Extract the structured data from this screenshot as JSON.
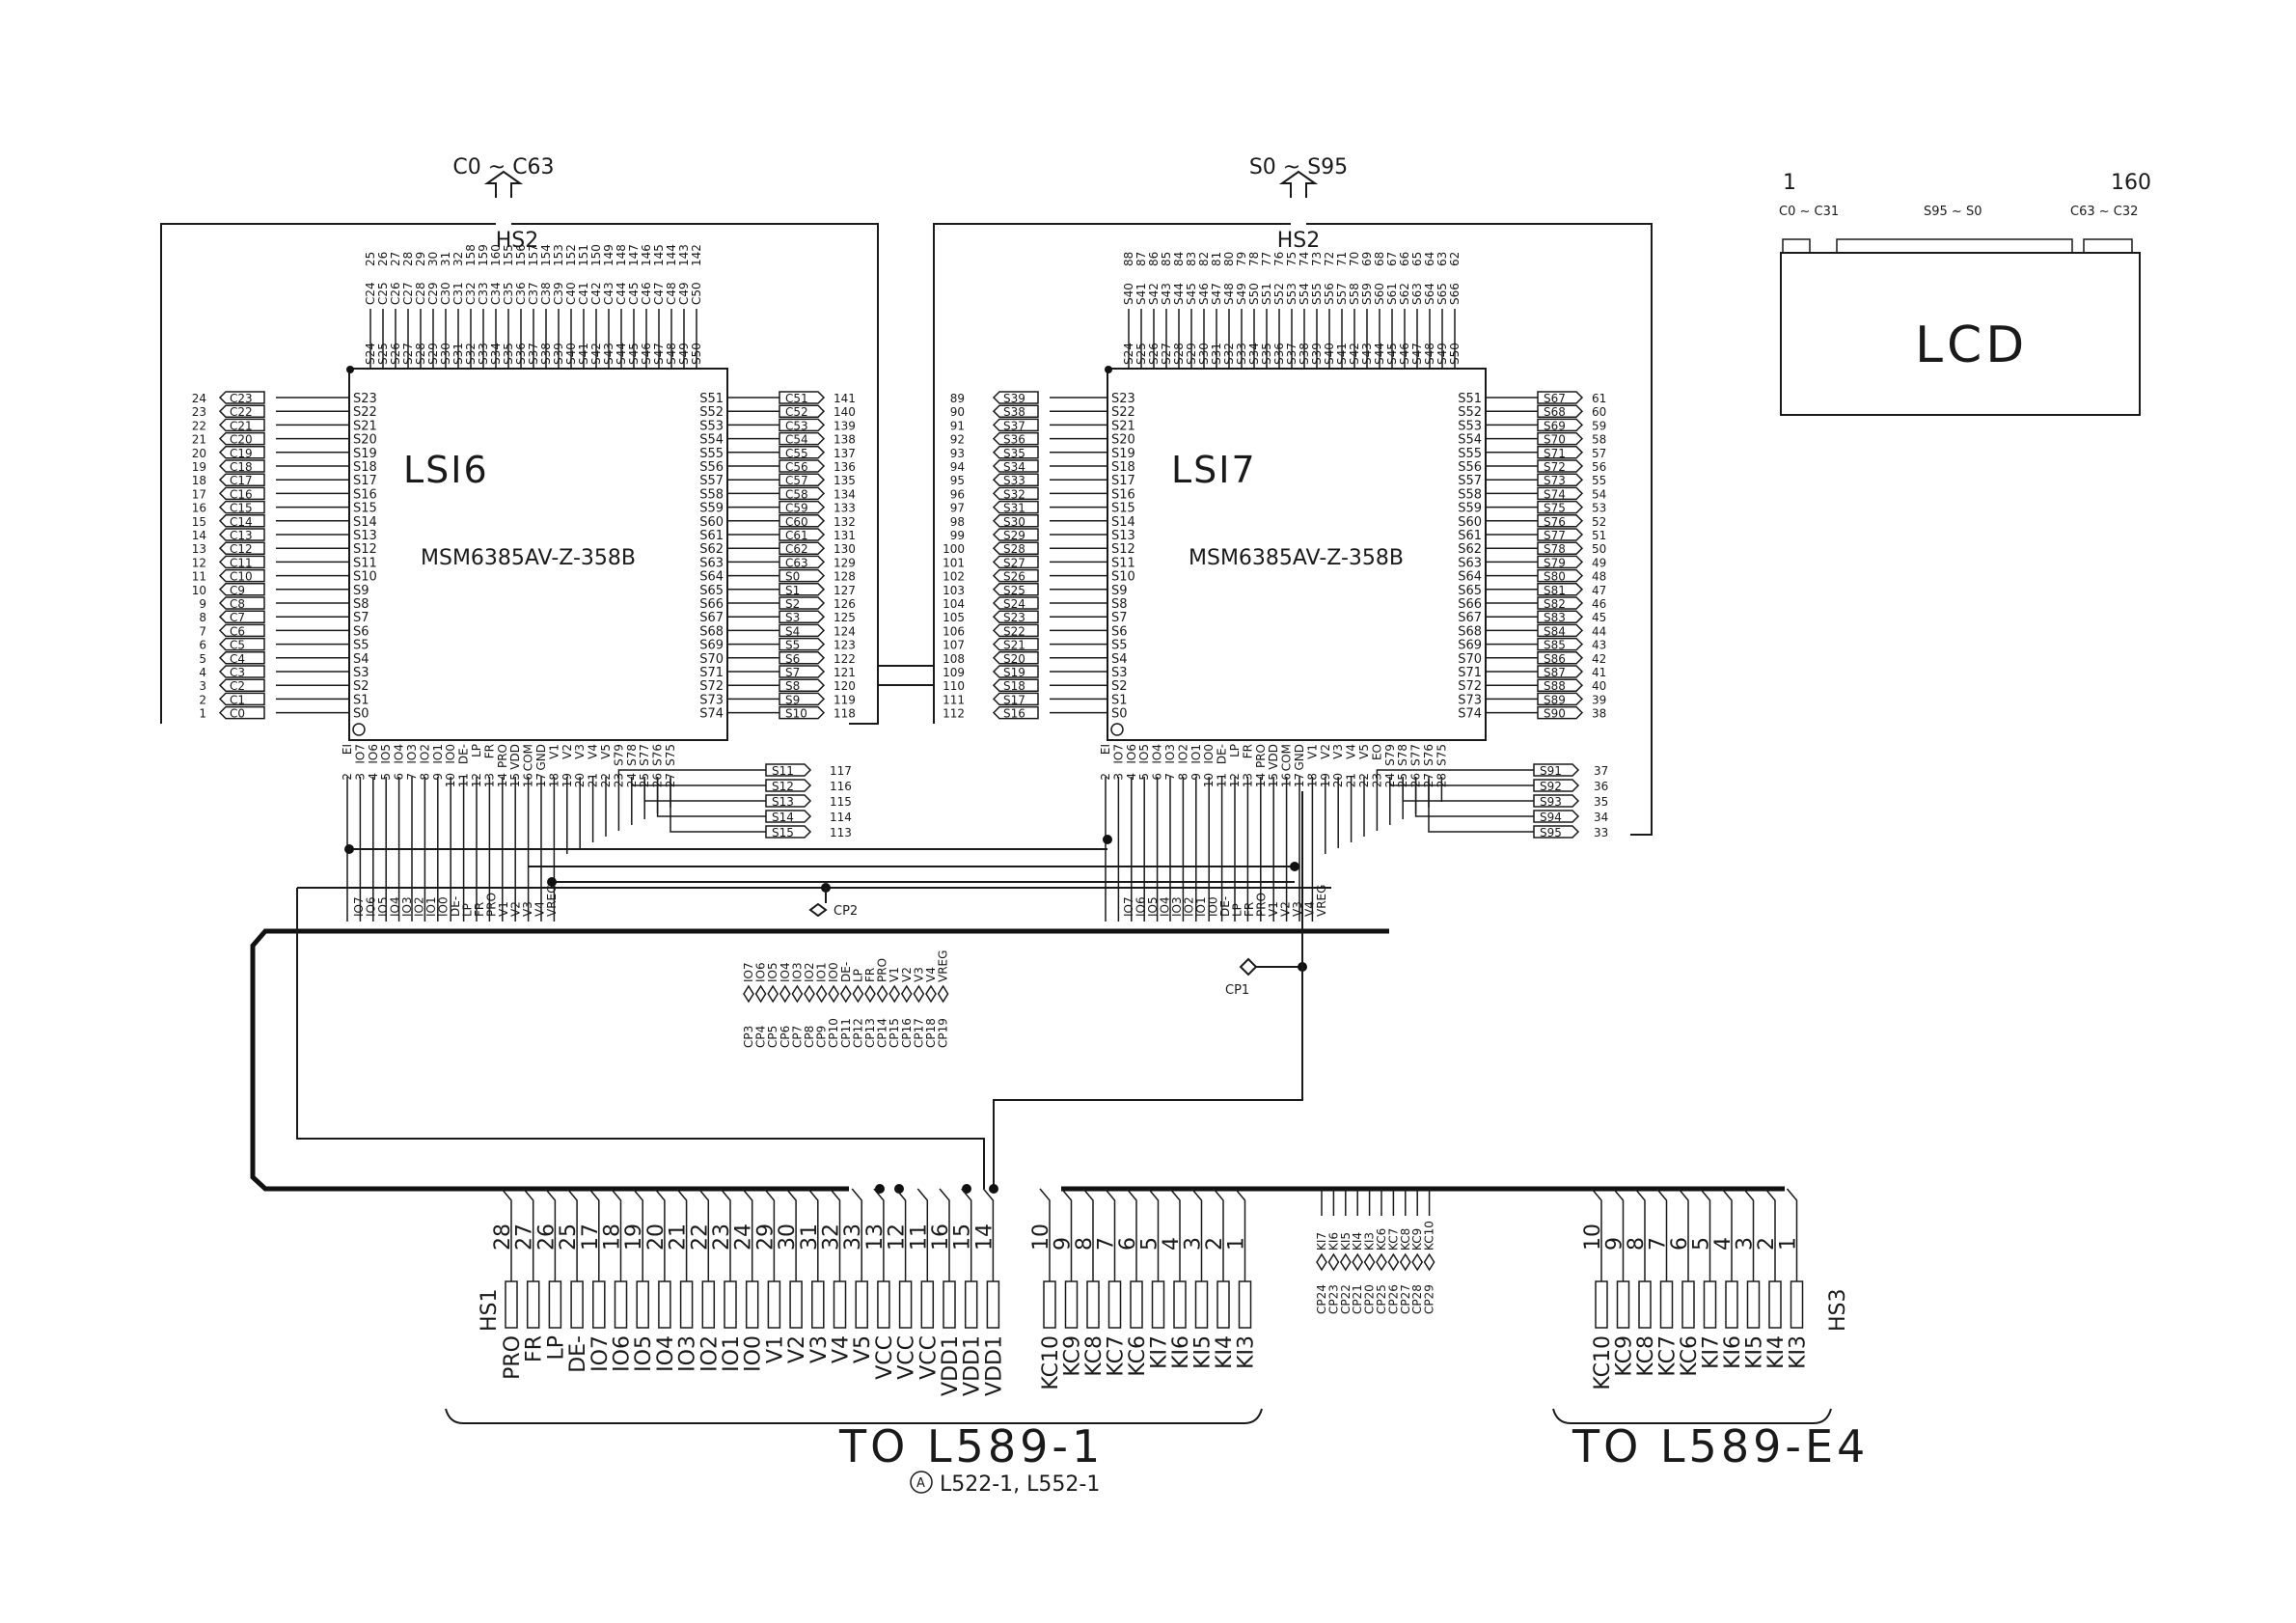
{
  "ic": [
    {
      "name": "LSI6",
      "part": "MSM6385AV-Z-358B",
      "header": "HS2",
      "bus": "C0 ~ C63"
    },
    {
      "name": "LSI7",
      "part": "MSM6385AV-Z-358B",
      "header": "HS2",
      "bus": "S0 ~ S95"
    }
  ],
  "lcd": {
    "label": "LCD",
    "pin_first": "1",
    "pin_last": "160",
    "seg_left": "C0 ~ C31",
    "seg_mid": "S95 ~ S0",
    "seg_right": "C63 ~ C32"
  },
  "test_points": {
    "cp1": "CP1",
    "cp2": "CP2"
  },
  "cp_pads": {
    "signals": [
      "IO7",
      "IO6",
      "IO5",
      "IO4",
      "IO3",
      "IO2",
      "IO1",
      "IO0",
      "DE-",
      "LP",
      "FR",
      "PRO",
      "V1",
      "V2",
      "V3",
      "V4",
      "VREG"
    ],
    "labels": [
      "CP3",
      "CP4",
      "CP5",
      "CP6",
      "CP7",
      "CP8",
      "CP9",
      "CP10",
      "CP11",
      "CP12",
      "CP13",
      "CP14",
      "CP15",
      "CP16",
      "CP17",
      "CP18",
      "CP19"
    ]
  },
  "kb_pads": {
    "signals": [
      "KI7",
      "KI6",
      "KI5",
      "KI4",
      "KI3",
      "KC6",
      "KC7",
      "KC8",
      "KC9",
      "KC10"
    ],
    "labels": [
      "CP24",
      "CP23",
      "CP22",
      "CP21",
      "CP20",
      "CP25",
      "CP26",
      "CP27",
      "CP28",
      "CP29"
    ]
  },
  "hs1": {
    "label": "HS1",
    "pins": [
      "28",
      "27",
      "26",
      "25",
      "17",
      "18",
      "19",
      "20",
      "21",
      "22",
      "23",
      "24",
      "29",
      "30",
      "31",
      "32",
      "33",
      "13",
      "12",
      "11",
      "16",
      "15",
      "14"
    ],
    "signals": [
      "PRO",
      "FR",
      "LP",
      "DE-",
      "IO7",
      "IO6",
      "IO5",
      "IO4",
      "IO3",
      "IO2",
      "IO1",
      "IO0",
      "V1",
      "V2",
      "V3",
      "V4",
      "V5",
      "VCC",
      "VCC",
      "VCC",
      "VDD1",
      "VDD1",
      "VDD1"
    ],
    "pins2": [
      "10",
      "9",
      "8",
      "7",
      "6",
      "5",
      "4",
      "3",
      "2",
      "1"
    ],
    "signals2": [
      "KC10",
      "KC9",
      "KC8",
      "KC7",
      "KC6",
      "KI7",
      "KI6",
      "KI5",
      "KI4",
      "KI3"
    ],
    "dest": "TO   L589-1",
    "note": "L522-1, L552-1",
    "note_mark": "A"
  },
  "hs3": {
    "label": "HS3",
    "pins": [
      "10",
      "9",
      "8",
      "7",
      "6",
      "5",
      "4",
      "3",
      "2",
      "1"
    ],
    "signals": [
      "KC10",
      "KC9",
      "KC8",
      "KC7",
      "KC6",
      "KI7",
      "KI6",
      "KI5",
      "KI4",
      "KI3"
    ],
    "dest": "TO  L589-E4"
  },
  "lsi6_left": {
    "signals": [
      "C23",
      "C22",
      "C21",
      "C20",
      "C19",
      "C18",
      "C17",
      "C16",
      "C15",
      "C14",
      "C13",
      "C12",
      "C11",
      "C10",
      "C9",
      "C8",
      "C7",
      "C6",
      "C5",
      "C4",
      "C3",
      "C2",
      "C1",
      "C0"
    ],
    "pins": [
      "S23",
      "S22",
      "S21",
      "S20",
      "S19",
      "S18",
      "S17",
      "S16",
      "S15",
      "S14",
      "S13",
      "S12",
      "S11",
      "S10",
      "S9",
      "S8",
      "S7",
      "S6",
      "S5",
      "S4",
      "S3",
      "S2",
      "S1",
      "S0"
    ],
    "nums": [
      "24",
      "23",
      "22",
      "21",
      "20",
      "19",
      "18",
      "17",
      "16",
      "15",
      "14",
      "13",
      "12",
      "11",
      "10",
      "9",
      "8",
      "7",
      "6",
      "5",
      "4",
      "3",
      "2",
      "1"
    ]
  },
  "lsi6_right": {
    "signals": [
      "C51",
      "C52",
      "C53",
      "C54",
      "C55",
      "C56",
      "C57",
      "C58",
      "C59",
      "C60",
      "C61",
      "C62",
      "C63",
      "S0",
      "S1",
      "S2",
      "S3",
      "S4",
      "S5",
      "S6",
      "S7",
      "S8",
      "S9",
      "S10"
    ],
    "pins": [
      "S51",
      "S52",
      "S53",
      "S54",
      "S55",
      "S56",
      "S57",
      "S58",
      "S59",
      "S60",
      "S61",
      "S62",
      "S63",
      "S64",
      "S65",
      "S66",
      "S67",
      "S68",
      "S69",
      "S70",
      "S71",
      "S72",
      "S73",
      "S74"
    ],
    "nums": [
      "141",
      "140",
      "139",
      "138",
      "137",
      "136",
      "135",
      "134",
      "133",
      "132",
      "131",
      "130",
      "129",
      "128",
      "127",
      "126",
      "125",
      "124",
      "123",
      "122",
      "121",
      "120",
      "119",
      "118"
    ]
  },
  "lsi6_top": {
    "signals": [
      "C24",
      "C25",
      "C26",
      "C27",
      "C28",
      "C29",
      "C30",
      "C31",
      "C32",
      "C33",
      "C34",
      "C35",
      "C36",
      "C37",
      "C38",
      "C39",
      "C40",
      "C41",
      "C42",
      "C43",
      "C44",
      "C45",
      "C46",
      "C47",
      "C48",
      "C49",
      "C50"
    ],
    "pins": [
      "S24",
      "S25",
      "S26",
      "S27",
      "S28",
      "S29",
      "S30",
      "S31",
      "S32",
      "S33",
      "S34",
      "S35",
      "S36",
      "S37",
      "S38",
      "S39",
      "S40",
      "S41",
      "S42",
      "S43",
      "S44",
      "S45",
      "S46",
      "S47",
      "S48",
      "S49",
      "S50"
    ],
    "nums": [
      "25",
      "26",
      "27",
      "28",
      "29",
      "30",
      "31",
      "32",
      "158",
      "159",
      "160",
      "155",
      "156",
      "157",
      "154",
      "153",
      "152",
      "151",
      "150",
      "149",
      "148",
      "147",
      "146",
      "145",
      "144",
      "143",
      "142"
    ]
  },
  "lsi6_bottom": {
    "pins": [
      "EI",
      "IO7",
      "IO6",
      "IO5",
      "IO4",
      "IO3",
      "IO2",
      "IO1",
      "IO0",
      "DE-",
      "LP",
      "FR",
      "PRO",
      "VDD",
      "COM",
      "GND",
      "V1",
      "V2",
      "V3",
      "V4",
      "V5",
      "S79",
      "S78",
      "S77",
      "S76",
      "S75"
    ],
    "nums": [
      "2",
      "3",
      "4",
      "5",
      "6",
      "7",
      "8",
      "9",
      "10",
      "11",
      "12",
      "13",
      "14",
      "15",
      "16",
      "17",
      "18",
      "19",
      "20",
      "21",
      "22",
      "23",
      "24",
      "25",
      "26",
      "27"
    ],
    "out_signals": [
      "S11",
      "S12",
      "S13",
      "S14",
      "S15"
    ],
    "out_nums": [
      "117",
      "116",
      "115",
      "114",
      "113"
    ],
    "bus_labels": [
      "IO7",
      "IO6",
      "IO5",
      "IO4",
      "IO3",
      "IO2",
      "IO1",
      "IO0",
      "DE-",
      "LP",
      "FR",
      "PRO",
      "V1",
      "V2",
      "V3",
      "V4",
      "VREG"
    ]
  },
  "lsi7_left": {
    "signals": [
      "S39",
      "S38",
      "S37",
      "S36",
      "S35",
      "S34",
      "S33",
      "S32",
      "S31",
      "S30",
      "S29",
      "S28",
      "S27",
      "S26",
      "S25",
      "S24",
      "S23",
      "S22",
      "S21",
      "S20",
      "S19",
      "S18",
      "S17",
      "S16"
    ],
    "pins": [
      "S23",
      "S22",
      "S21",
      "S20",
      "S19",
      "S18",
      "S17",
      "S16",
      "S15",
      "S14",
      "S13",
      "S12",
      "S11",
      "S10",
      "S9",
      "S8",
      "S7",
      "S6",
      "S5",
      "S4",
      "S3",
      "S2",
      "S1",
      "S0"
    ],
    "nums": [
      "89",
      "90",
      "91",
      "92",
      "93",
      "94",
      "95",
      "96",
      "97",
      "98",
      "99",
      "100",
      "101",
      "102",
      "103",
      "104",
      "105",
      "106",
      "107",
      "108",
      "109",
      "110",
      "111",
      "112"
    ]
  },
  "lsi7_right": {
    "signals": [
      "S67",
      "S68",
      "S69",
      "S70",
      "S71",
      "S72",
      "S73",
      "S74",
      "S75",
      "S76",
      "S77",
      "S78",
      "S79",
      "S80",
      "S81",
      "S82",
      "S83",
      "S84",
      "S85",
      "S86",
      "S87",
      "S88",
      "S89",
      "S90"
    ],
    "pins": [
      "S51",
      "S52",
      "S53",
      "S54",
      "S55",
      "S56",
      "S57",
      "S58",
      "S59",
      "S60",
      "S61",
      "S62",
      "S63",
      "S64",
      "S65",
      "S66",
      "S67",
      "S68",
      "S69",
      "S70",
      "S71",
      "S72",
      "S73",
      "S74"
    ],
    "nums": [
      "61",
      "60",
      "59",
      "58",
      "57",
      "56",
      "55",
      "54",
      "53",
      "52",
      "51",
      "50",
      "49",
      "48",
      "47",
      "46",
      "45",
      "44",
      "43",
      "42",
      "41",
      "40",
      "39",
      "38"
    ]
  },
  "lsi7_top": {
    "signals": [
      "S40",
      "S41",
      "S42",
      "S43",
      "S44",
      "S45",
      "S46",
      "S47",
      "S48",
      "S49",
      "S50",
      "S51",
      "S52",
      "S53",
      "S54",
      "S55",
      "S56",
      "S57",
      "S58",
      "S59",
      "S60",
      "S61",
      "S62",
      "S63",
      "S64",
      "S65",
      "S66"
    ],
    "pins": [
      "S24",
      "S25",
      "S26",
      "S27",
      "S28",
      "S29",
      "S30",
      "S31",
      "S32",
      "S33",
      "S34",
      "S35",
      "S36",
      "S37",
      "S38",
      "S39",
      "S40",
      "S41",
      "S42",
      "S43",
      "S44",
      "S45",
      "S46",
      "S47",
      "S48",
      "S49",
      "S50"
    ],
    "nums": [
      "88",
      "87",
      "86",
      "85",
      "84",
      "83",
      "82",
      "81",
      "80",
      "79",
      "78",
      "77",
      "76",
      "75",
      "74",
      "73",
      "72",
      "71",
      "70",
      "69",
      "68",
      "67",
      "66",
      "65",
      "64",
      "63",
      "62"
    ]
  },
  "lsi7_bottom": {
    "pins": [
      "EI",
      "IO7",
      "IO6",
      "IO5",
      "IO4",
      "IO3",
      "IO2",
      "IO1",
      "IO0",
      "DE-",
      "LP",
      "FR",
      "PRO",
      "VDD",
      "COM",
      "GND",
      "V1",
      "V2",
      "V3",
      "V4",
      "V5",
      "EO",
      "S79",
      "S78",
      "S77",
      "S76",
      "S75"
    ],
    "nums": [
      "2",
      "3",
      "4",
      "5",
      "6",
      "7",
      "8",
      "9",
      "10",
      "11",
      "12",
      "13",
      "14",
      "15",
      "16",
      "17",
      "18",
      "19",
      "20",
      "21",
      "22",
      "23",
      "24",
      "25",
      "26",
      "27",
      "28"
    ],
    "out_signals": [
      "S91",
      "S92",
      "S93",
      "S94",
      "S95"
    ],
    "out_nums": [
      "37",
      "36",
      "35",
      "34",
      "33"
    ],
    "bus_labels": [
      "IO7",
      "IO6",
      "IO5",
      "IO4",
      "IO3",
      "IO2",
      "IO1",
      "IO0",
      "DE-",
      "LP",
      "FR",
      "PRO",
      "V1",
      "V2",
      "V3",
      "V4",
      "VREG"
    ]
  },
  "colors": {
    "ink": "#1a1a1a",
    "paper": "#ffffff"
  }
}
